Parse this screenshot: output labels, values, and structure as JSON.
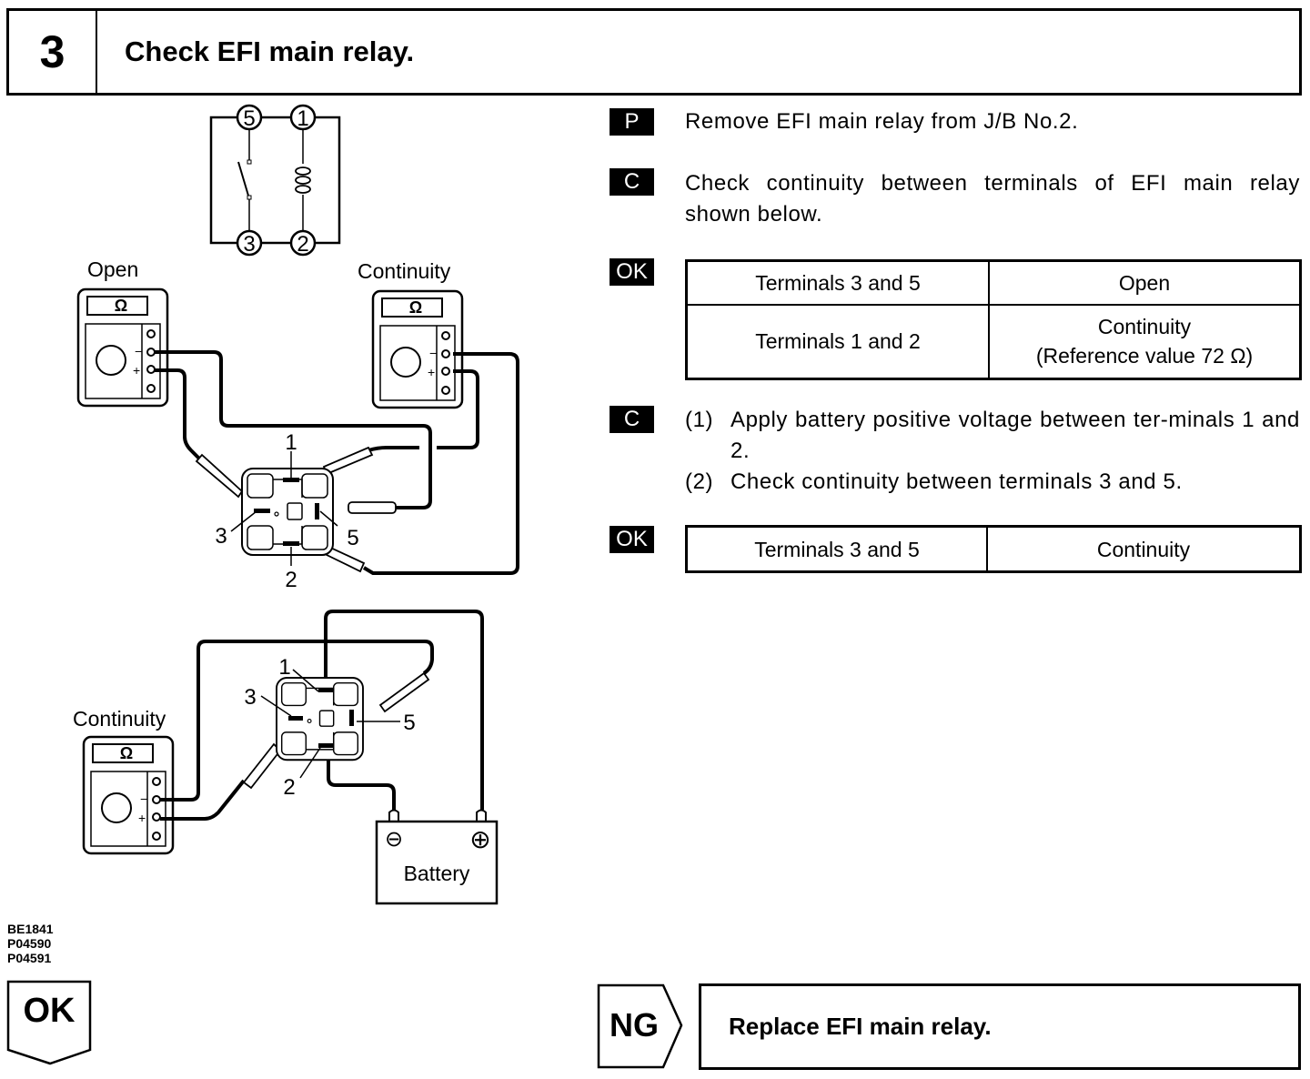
{
  "header": {
    "step_number": "3",
    "title": "Check EFI main relay."
  },
  "procedure": {
    "steps": [
      {
        "badge": "P",
        "text": "Remove EFI main relay from J/B No.2."
      },
      {
        "badge": "C",
        "text": "Check continuity between terminals of EFI main relay shown below."
      },
      {
        "badge": "OK",
        "table": [
          [
            "Terminals 3 and 5",
            "Open"
          ],
          [
            "Terminals 1 and 2",
            "Continuity",
            "(Reference value 72 Ω)"
          ]
        ]
      },
      {
        "badge": "C",
        "items": [
          {
            "marker": "(1)",
            "text": "Apply battery positive voltage between ter-minals 1 and 2."
          },
          {
            "marker": "(2)",
            "text": "Check continuity between terminals 3 and 5."
          }
        ]
      },
      {
        "badge": "OK",
        "table": [
          [
            "Terminals 3 and 5",
            "Continuity"
          ]
        ]
      }
    ]
  },
  "diagram": {
    "schematic_terminals": [
      "5",
      "1",
      "3",
      "2"
    ],
    "meter_labels": {
      "top_left": "Open",
      "top_right": "Continuity",
      "bottom_left": "Continuity"
    },
    "meter_symbol": "Ω",
    "meter_minus": "−",
    "meter_plus": "+",
    "relay_terminals": [
      "1",
      "3",
      "5",
      "2"
    ],
    "battery_label": "Battery",
    "battery_negative": "⊖",
    "battery_positive": "⊕"
  },
  "figure_codes": [
    "BE1841",
    "P04590",
    "P04591"
  ],
  "results": {
    "ok_label": "OK",
    "ng_label": "NG",
    "ng_action": "Replace EFI main relay."
  }
}
